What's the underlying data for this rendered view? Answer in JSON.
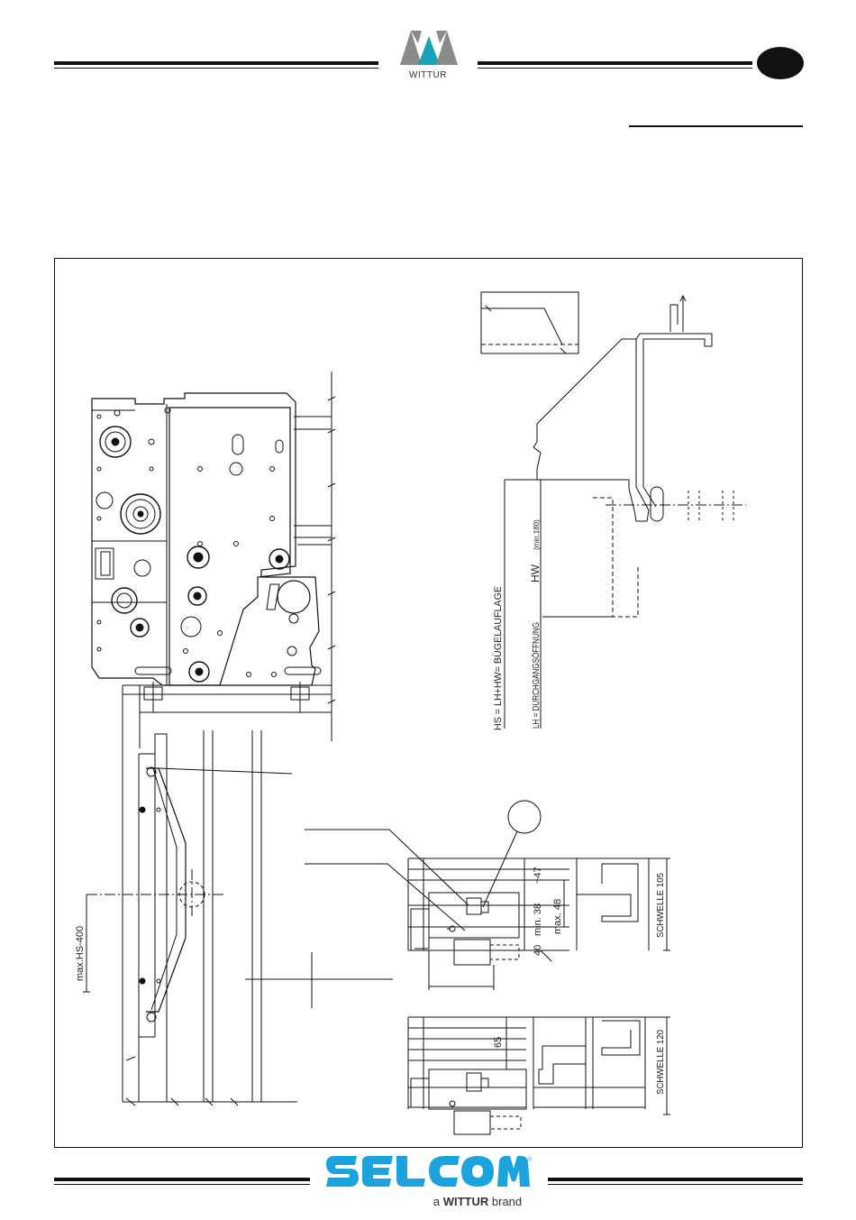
{
  "header": {
    "brand": "WITTUR"
  },
  "footer": {
    "logo_text": "SELCOM",
    "tagline_prefix": "a",
    "tagline_brand": "WITTUR",
    "tagline_suffix": "brand"
  },
  "drawing": {
    "labels": {
      "hs_formula": "HS = LH+HW= BÜGELAUFLAGE",
      "lh_formula": "LH = DURCHGANGSÖFFNUNG",
      "hw": "HW",
      "hw_min": "(min.180)",
      "max_hs": "max.HS-400",
      "dim_47": "~47",
      "dim_min38": "min. 38",
      "dim_max48": "max. 48",
      "dim_40": "40",
      "dim_65": "65",
      "schwelle_105": "SCHWELLE 105",
      "schwelle_120": "SCHWELLE 120"
    }
  },
  "colors": {
    "ink": "#111111",
    "selcom_blue": "#1aa3dc",
    "wittur_gray": "#8a8a8a",
    "wittur_teal": "#1aa3b8"
  }
}
